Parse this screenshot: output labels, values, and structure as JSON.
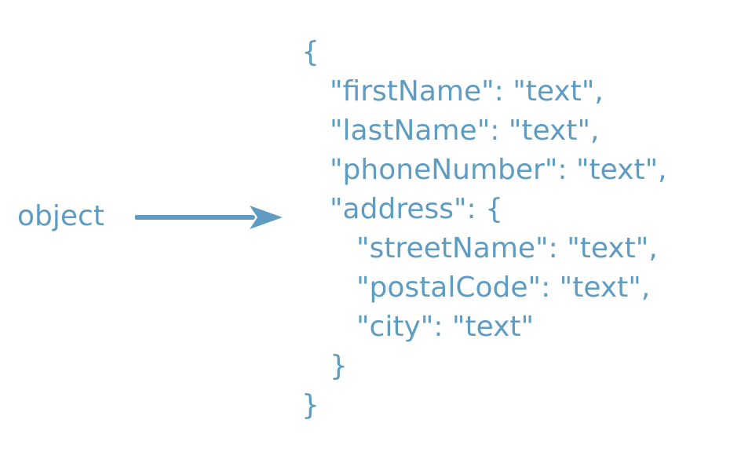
{
  "label": "object",
  "code_lines": [
    "{",
    "\"firstName\": \"text\",",
    "\"lastName\": \"text\",",
    "\"phoneNumber\": \"text\",",
    "\"address\": {",
    "\"streetName\": \"text\",",
    "\"postalCode\": \"text\",",
    "\"city\": \"text\"",
    "}",
    "}"
  ],
  "colors": {
    "primary": "#5f9cc2",
    "background": "#ffffff"
  }
}
